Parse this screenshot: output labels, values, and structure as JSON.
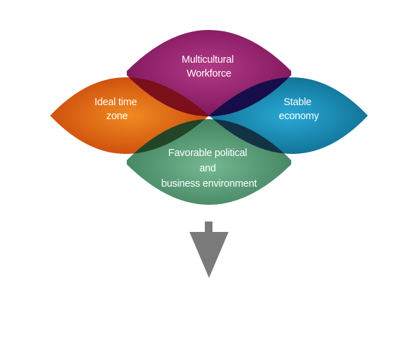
{
  "diagram": {
    "petals": [
      {
        "key": "left",
        "label_lines": [
          "Ideal time",
          "zone"
        ],
        "color_light": "#f08b22",
        "color_dark": "#c9450a"
      },
      {
        "key": "top",
        "label_lines": [
          "Multicultural",
          "Workforce"
        ],
        "color_light": "#b13a87",
        "color_dark": "#7c1458"
      },
      {
        "key": "right",
        "label_lines": [
          "Stable",
          "economy"
        ],
        "color_light": "#29a9d6",
        "color_dark": "#0d6a8c"
      },
      {
        "key": "bottom",
        "label_lines": [
          "Favorable political",
          "and",
          "business environment"
        ],
        "color_light": "#74b890",
        "color_dark": "#3f7e5d"
      }
    ],
    "overlap_colors": {
      "left_top": "#7a0e14",
      "top_right": "#0c0c48",
      "left_bottom": "#1e3a1e",
      "right_bottom": "#0a2640",
      "center": "#050505"
    },
    "arrow": {
      "icon": "down-arrow-icon",
      "color": "#7a7a7a"
    }
  }
}
